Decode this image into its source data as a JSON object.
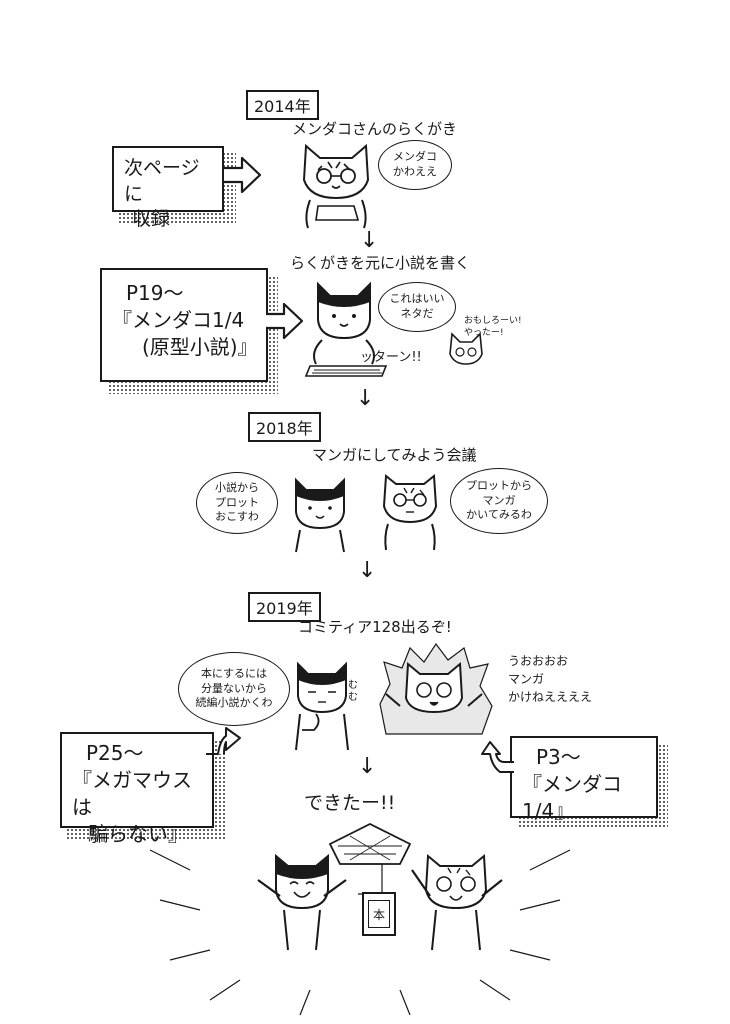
{
  "step1": {
    "year": "2014年",
    "caption": "メンダコさんのらくがき",
    "bubble": "メンダコ\nかわええ",
    "note_box": {
      "line1": "次ページに",
      "line2": "収録"
    }
  },
  "step2": {
    "caption": "らくがきを元に小説を書く",
    "bubble": "これはいい\nネタだ",
    "typing_sfx": "ッターン!!",
    "side_cat_text": "おもしろーい!\nやったー!",
    "note_box": {
      "line1": "P19〜",
      "line2": "『メンダコ1/4",
      "line3": "(原型小説)』"
    }
  },
  "step3": {
    "year": "2018年",
    "caption": "マンガにしてみよう会議",
    "bubble_left": "小説から\nプロット\nおこすわ",
    "bubble_right": "プロットから\nマンガ\nかいてみるわ"
  },
  "step4": {
    "year": "2019年",
    "caption": "コミティア128出るぞ!",
    "bubble_left": "本にするには\n分量ないから\n続編小説かくわ",
    "hm_sfx": "むむ",
    "shout": "うおおおお\nマンガ\nかけねええええ",
    "note_left": {
      "line1": "P25〜",
      "line2": "『メガマウスは",
      "line3": "騙らない』"
    },
    "note_right": {
      "line1": "P3〜",
      "line2": "『メンダコ1/4』"
    }
  },
  "step5": {
    "caption": "できたー!!",
    "book_label": "本"
  }
}
